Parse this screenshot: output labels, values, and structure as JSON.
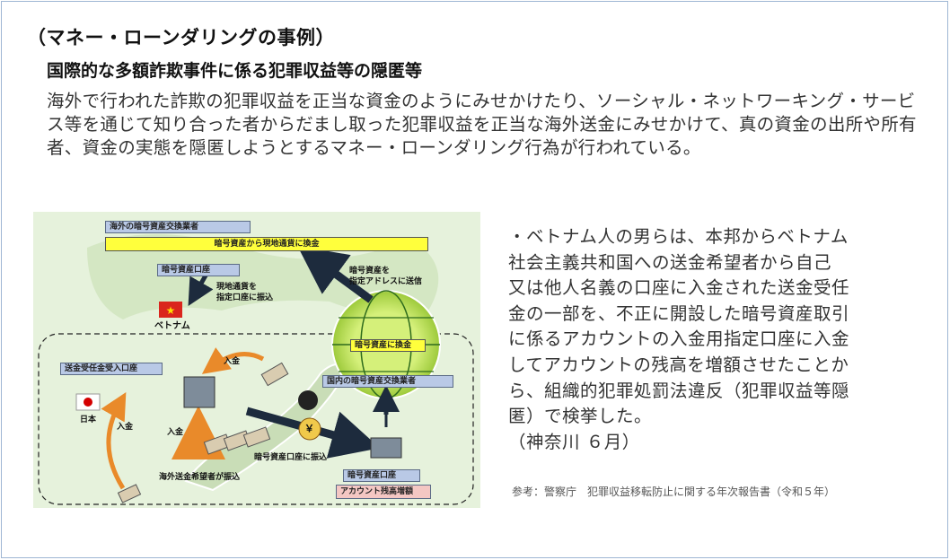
{
  "heading": "（マネー・ローンダリングの事例）",
  "subheading": "国際的な多額詐欺事件に係る犯罪収益等の隠匿等",
  "intro": "海外で行われた詐欺の犯罪収益を正当な資金のようにみせかけたり、ソーシャル・ネットワーキング・サービス等を通じて知り合った者からだまし取った犯罪収益を正当な海外送金にみせかけて、真の資金の出所や所有者、資金の実態を隠匿しようとするマネー・ローンダリング行為が行われている。",
  "case_lines": [
    "・ベトナム人の男らは、本邦からベトナム",
    "社会主義共和国への送金希望者から自己",
    "又は他人名義の口座に入金された送金受任",
    "金の一部を、不正に開設した暗号資産取引",
    "に係るアカウントの入金用指定口座に入金",
    "してアカウントの残高を増額させたことか",
    "ら、組織的犯罪処罰法違反（犯罪収益等隠",
    "匿）で検挙した。",
    "（神奈川 ６月）"
  ],
  "reference": "参考：警察庁　犯罪収益移転防止に関する年次報告書（令和５年）",
  "diagram": {
    "overseas_exchanger": "海外の暗号資産交換業者",
    "convert_to_fiat": "暗号資産から現地通貨に換金",
    "crypto_account": "暗号資産口座",
    "fiat_transfer": "現地通貨を\n指定口座に振込",
    "vietnam": "ベトナム",
    "send_to_address": "暗号資産を\n指定アドレスに送信",
    "exchange_to_crypto": "暗号資産に換金",
    "domestic_exchanger": "国内の暗号資産交換業者",
    "remittance_account": "送金受任金受入口座",
    "japan": "日本",
    "deposit_1": "入金",
    "deposit_2": "入金",
    "deposit_3": "入金",
    "transfer_to_crypto": "暗号資産口座に振込",
    "crypto_account_2": "暗号資産口座",
    "balance_increase": "アカウント残高増額",
    "remit_hopefuls": "海外送金希望者が振込",
    "yen_symbol": "￥",
    "colors": {
      "title_blue": "#b9c9e6",
      "yellow": "#ffff3c",
      "globe_green": "#b5e04a",
      "pink": "#f4c7c3",
      "arrow_dark": "#1d2b3d",
      "arrow_orange": "#e98a2a"
    }
  }
}
